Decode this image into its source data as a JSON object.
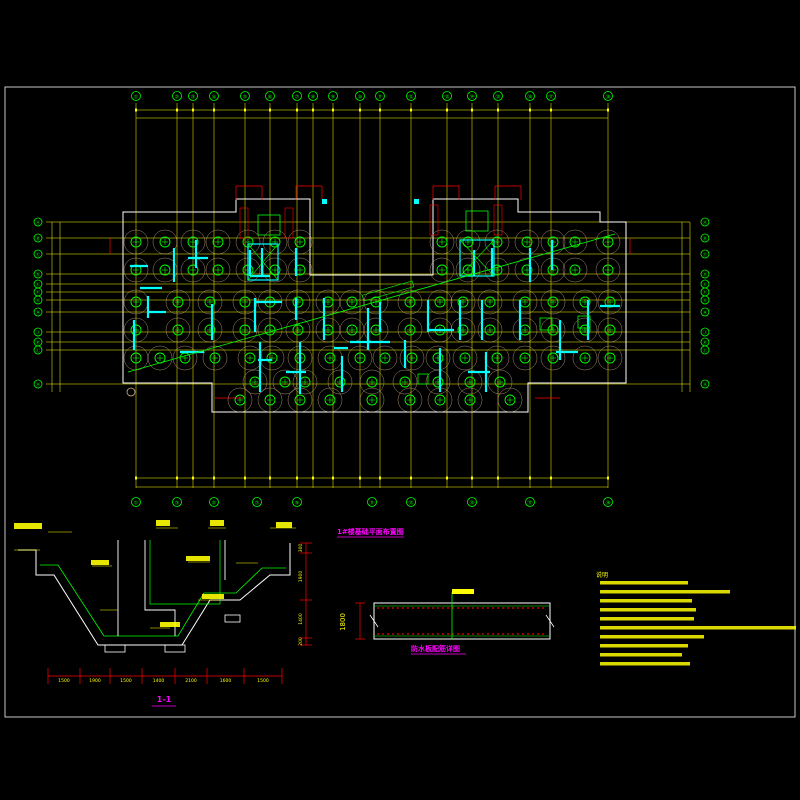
{
  "drawing": {
    "plan_title": "1#楼基础平面布置图",
    "section_title": "1-1",
    "detail_title": "防水板配筋详图",
    "notes_heading": "说明",
    "detail_dim": "1800",
    "section_dims_bottom": [
      "1500",
      "1900",
      "1500",
      "1400",
      "2100",
      "1600",
      "1500"
    ],
    "section_dims_right": [
      "300",
      "1900",
      "1400",
      "200"
    ],
    "grid_top": [
      "①",
      "②",
      "③",
      "④",
      "⑤",
      "⑥",
      "⑦",
      "⑧",
      "⑨",
      "⑩",
      "⑪",
      "⑫",
      "⑬",
      "⑭",
      "⑮",
      "⑯",
      "⑰",
      "⑱"
    ],
    "grid_bottom": [
      "①",
      "③",
      "⑤",
      "⑦",
      "⑨",
      "⑪",
      "⑬",
      "⑮",
      "⑰",
      "⑱"
    ],
    "grid_left": [
      "Ⓐ",
      "Ⓑ",
      "Ⓒ",
      "Ⓓ",
      "Ⓔ",
      "Ⓕ",
      "Ⓖ",
      "Ⓗ",
      "Ⓙ",
      "Ⓚ",
      "Ⓛ"
    ],
    "colors": {
      "background": "#000000",
      "frame": "#c8c8c8",
      "axis": "#ffff00",
      "grid_bubble": "#00ff00",
      "pile": "#00ff00",
      "wall": "#00ffff",
      "cap_outline": "#ffffff",
      "dimension": "#ff0000",
      "title": "#ff00ff",
      "zone_circle": "#d2b48c",
      "slope": "#00ff00"
    }
  }
}
